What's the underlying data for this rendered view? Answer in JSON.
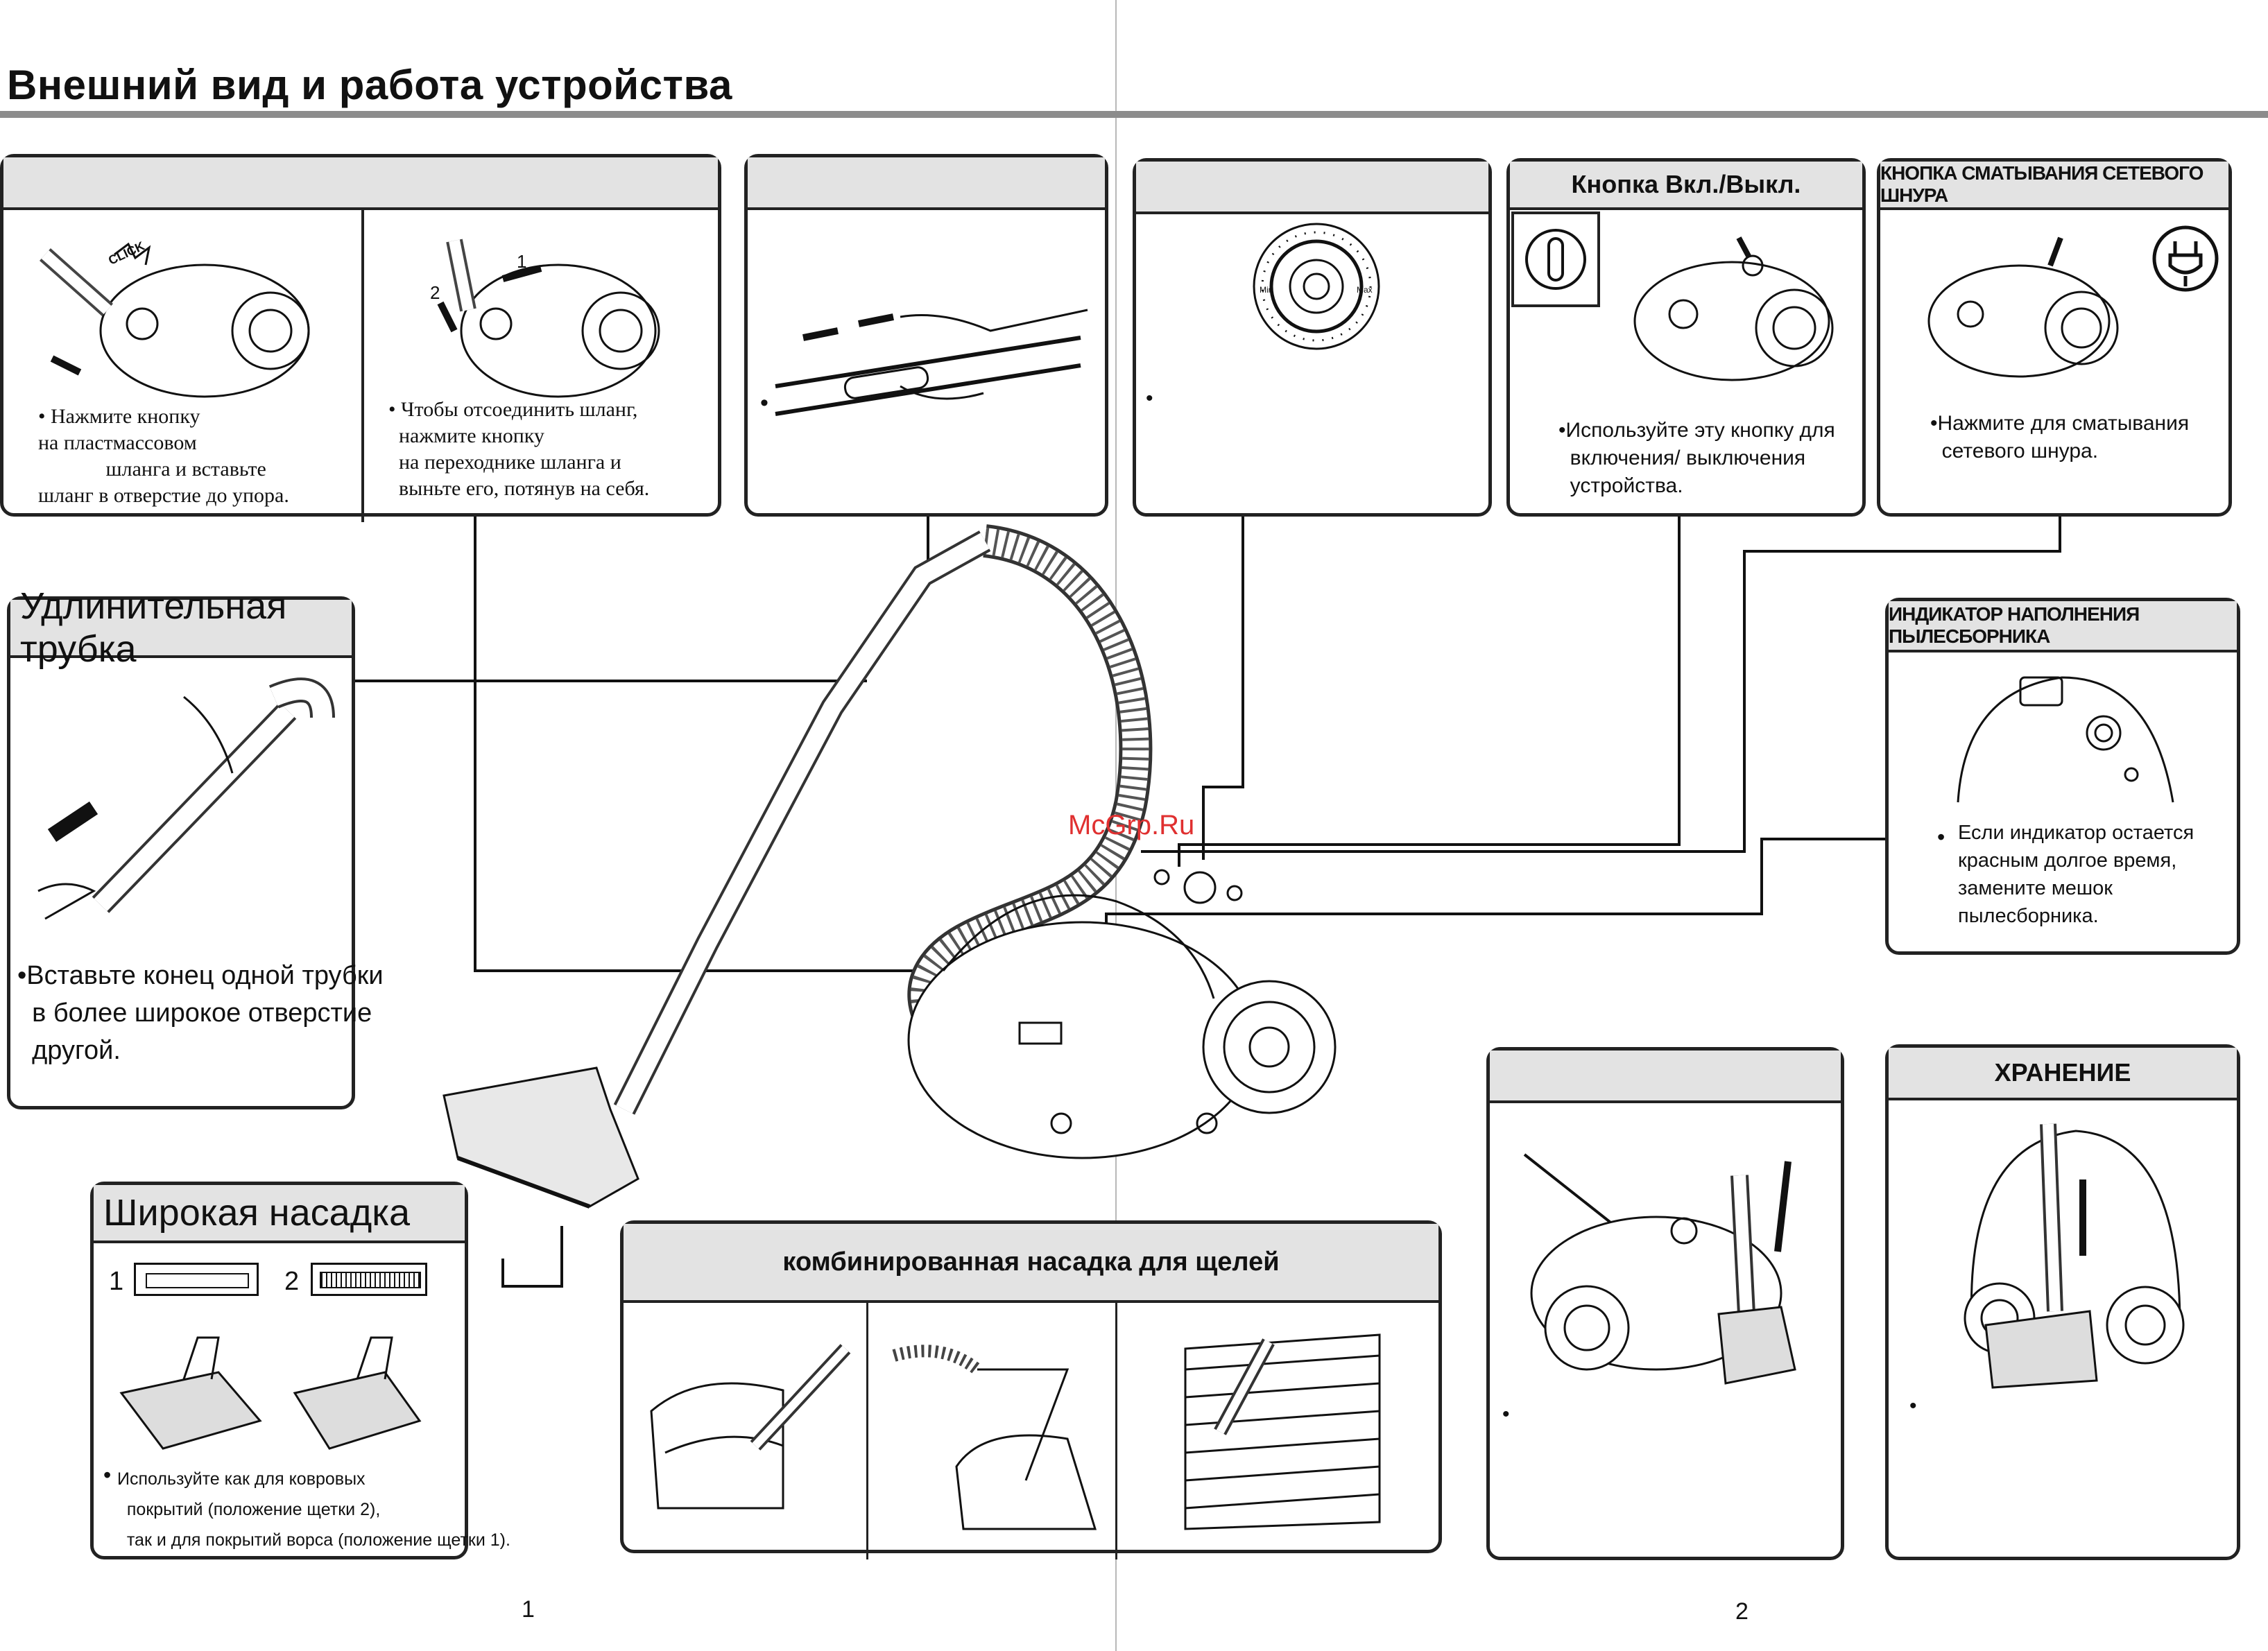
{
  "page": {
    "title": "Внешний вид и работа устройства",
    "watermark": "McGrp.Ru",
    "page_numbers": [
      "1",
      "2"
    ]
  },
  "hose_panel": {
    "click_label": "CLICK",
    "step_labels": [
      "1",
      "2"
    ],
    "left_text": "• Нажмите кнопку\nна пластмассовом\n             шланга и вставьте\nшланг в отверстие до упора.",
    "right_text": "• Чтобы отсоединить шланг,\n  нажмите кнопку\n  на переходнике шланга и\n  выньте его, потянув на себя."
  },
  "power_panel": {
    "title": "Кнопка Вкл./Выкл.",
    "text": "•Используйте эту кнопку для\n  включения/ выключения\n  устройства."
  },
  "cord_panel": {
    "title": "КНОПКА СМАТЫВАНИЯ СЕТЕВОГО ШНУРА",
    "text": "•Нажмите для сматывания\n  сетевого шнура."
  },
  "dial_panel": {
    "min_label": "Min",
    "max_label": "Max"
  },
  "tube_panel": {
    "title": "Удлинительная трубка",
    "text": "•Вставьте конец одной трубки\n  в более широкое отверстие\n  другой."
  },
  "indicator_panel": {
    "title": "ИНДИКАТОР НАПОЛНЕНИЯ ПЫЛЕСБОРНИКА",
    "text": "Если индикатор остается\nкрасным долгое время,\nзамените мешок\nпылесборника."
  },
  "nozzle_panel": {
    "title": "Широкая насадка",
    "positions": [
      "1",
      "2"
    ],
    "text": "Используйте как для ковровых\n  покрытий (положение щетки 2),\n  так и для покрытий ворса (положение щетки 1)."
  },
  "crevice_panel": {
    "title": "комбинированная  насадка для щелей"
  },
  "storage_panel": {
    "title": "ХРАНЕНИЕ"
  },
  "bullet_char": "•"
}
